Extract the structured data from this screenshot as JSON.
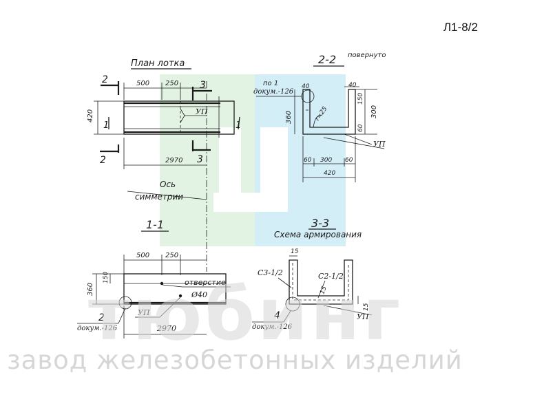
{
  "sheet_code": "Л1-8/2",
  "colors": {
    "wm_green": "#e3f3e3",
    "wm_blue": "#d4eef8",
    "wm_gray": "#d6d6d6",
    "ink": "#1a1a1a"
  },
  "plan": {
    "title": "План лотка",
    "cut_marks": [
      "2",
      "1",
      "3"
    ],
    "dims": {
      "part1": "500",
      "part2": "250",
      "width": "420",
      "length": "2970"
    },
    "label_up": "УП",
    "axis_label_1": "Ось",
    "axis_label_2": "симметрии"
  },
  "section22": {
    "title": "2-2",
    "subtitle": "повернуто",
    "callout_num": "по 1",
    "callout_doc": "докум.-126",
    "dims": {
      "top_left": "40",
      "top_right": "40",
      "radius": "r=25",
      "height_total": "360",
      "right_top": "150",
      "right_mid": "300",
      "right_bottom": "60",
      "bottom_left": "60",
      "bottom_mid": "300",
      "bottom_right": "60",
      "bottom_total": "420"
    },
    "label_up": "УП"
  },
  "section11": {
    "title": "1-1",
    "dims": {
      "part1": "500",
      "part2": "250",
      "height": "360",
      "inner": "150",
      "length": "2970"
    },
    "hole_label": "отверстие",
    "hole_dia": "Ø40",
    "label_up": "УП",
    "callout_num": "2",
    "callout_doc": "докум.-126"
  },
  "section33": {
    "title": "3-3",
    "subtitle": "Схема армирования",
    "top_dim": "15",
    "mesh_left": "С3-1/2",
    "mesh_right": "С2-1/2",
    "inner_dim": "15",
    "side_dim": "15",
    "label_up": "УП",
    "callout_num": "4",
    "callout_doc": "докум.-126"
  },
  "watermark": {
    "word": "тюбинг",
    "subtitle": "завод железобетонных изделий"
  }
}
